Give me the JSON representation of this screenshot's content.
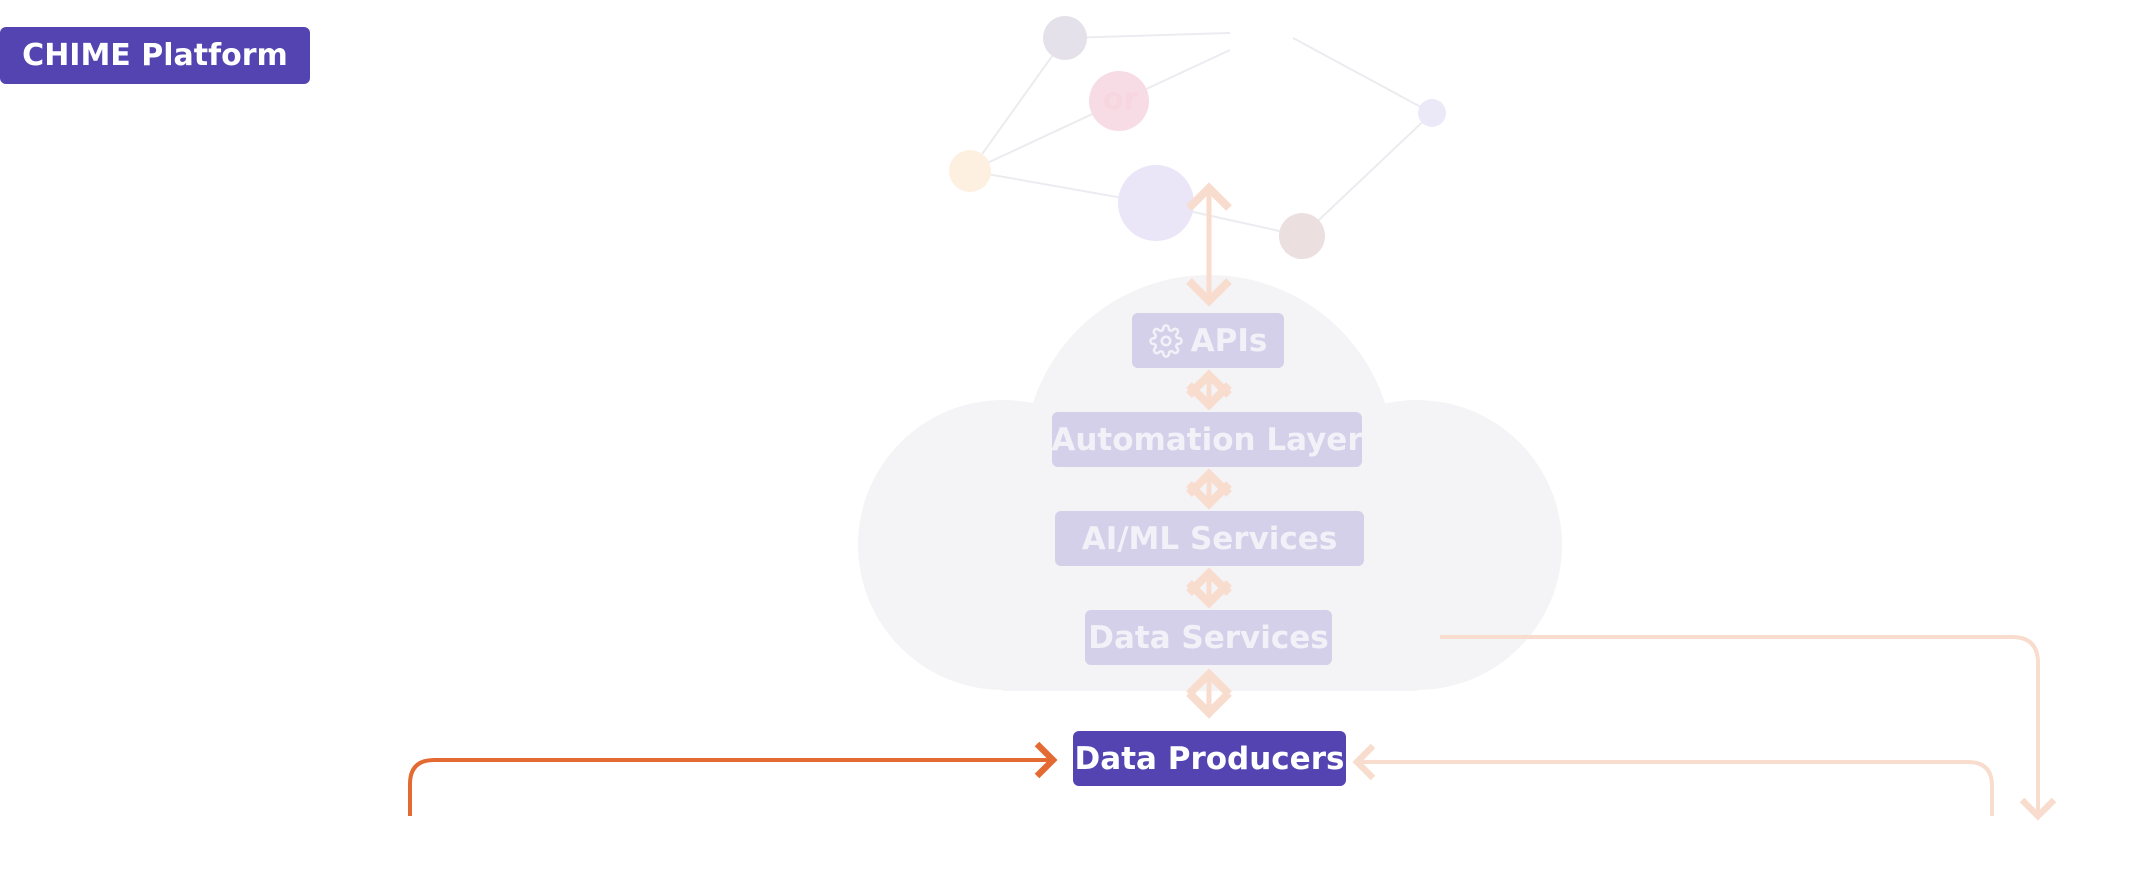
{
  "badge": {
    "label": "CHIME Platform"
  },
  "stack": {
    "apis": "APIs",
    "automation": "Automation Layer",
    "aiml": "AI/ML Services",
    "data_services": "Data Services",
    "producers": "Data Producers"
  },
  "network": {
    "node_label_fragment": "or"
  },
  "colors": {
    "brand_purple": "#5444b2",
    "faded_purple": "#d4d0e9",
    "orange_active": "#e46a33",
    "orange_faded": "#f8dcce",
    "cloud": "#f4f4f6"
  }
}
